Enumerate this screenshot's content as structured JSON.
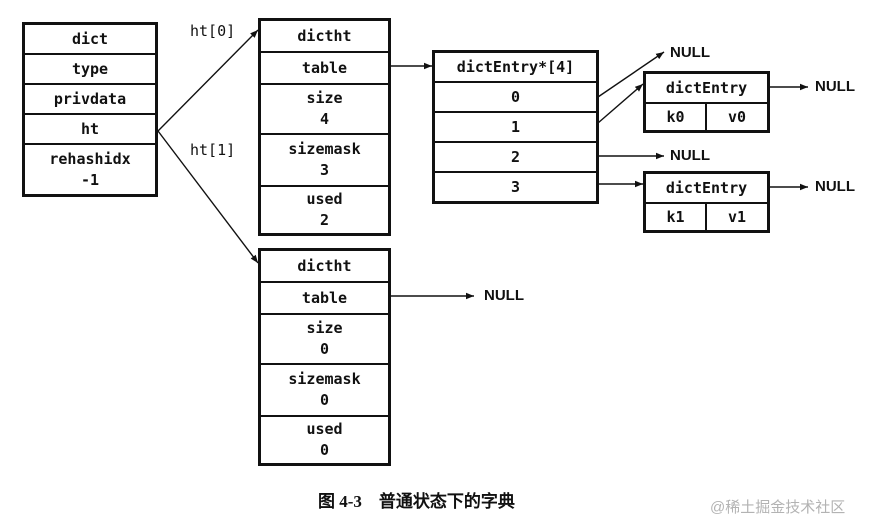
{
  "dict": {
    "fields": [
      "dict",
      "type",
      "privdata",
      "ht"
    ],
    "rehashidx_label": "rehashidx",
    "rehashidx_value": "-1"
  },
  "ht_labels": [
    "ht[0]",
    "ht[1]"
  ],
  "ht0": {
    "title": "dictht",
    "table": "table",
    "size_label": "size",
    "size_value": "4",
    "sizemask_label": "sizemask",
    "sizemask_value": "3",
    "used_label": "used",
    "used_value": "2"
  },
  "ht1": {
    "title": "dictht",
    "table": "table",
    "size_label": "size",
    "size_value": "0",
    "sizemask_label": "sizemask",
    "sizemask_value": "0",
    "used_label": "used",
    "used_value": "0"
  },
  "bucket_array": {
    "title": "dictEntry*[4]",
    "slots": [
      "0",
      "1",
      "2",
      "3"
    ]
  },
  "entries": [
    {
      "title": "dictEntry",
      "key": "k0",
      "value": "v0"
    },
    {
      "title": "dictEntry",
      "key": "k1",
      "value": "v1"
    }
  ],
  "null_text": "NULL",
  "caption": "图 4-3　普通状态下的字典",
  "watermark": "@稀土掘金技术社区"
}
